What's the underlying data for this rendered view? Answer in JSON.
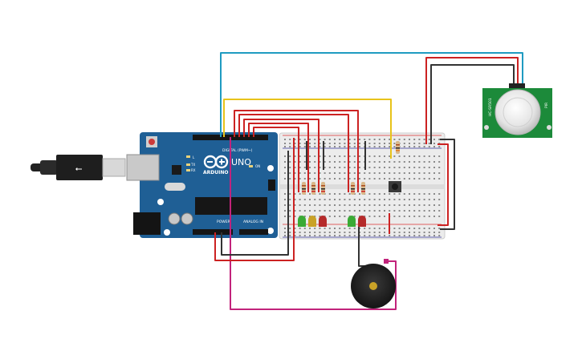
{
  "arduino": {
    "brand": "ARDUINO",
    "model": "UNO",
    "digital_header": "DIGITAL (PWM~)",
    "power_header": "POWER",
    "analog_header": "ANALOG IN",
    "on_label": "ON",
    "tx_label": "TX",
    "rx_label": "RX",
    "l_label": "L"
  },
  "pir": {
    "label_left": "HC-SR501",
    "label_right": "PIR"
  },
  "colors": {
    "board": "#1f5f95",
    "breadboard": "#ececec",
    "red_wire": "#cc2222",
    "black_wire": "#333333",
    "blue_wire": "#1f9bc1",
    "yellow_wire": "#e8c31a",
    "magenta_wire": "#c2237b",
    "pir_board": "#1c8a3a"
  }
}
